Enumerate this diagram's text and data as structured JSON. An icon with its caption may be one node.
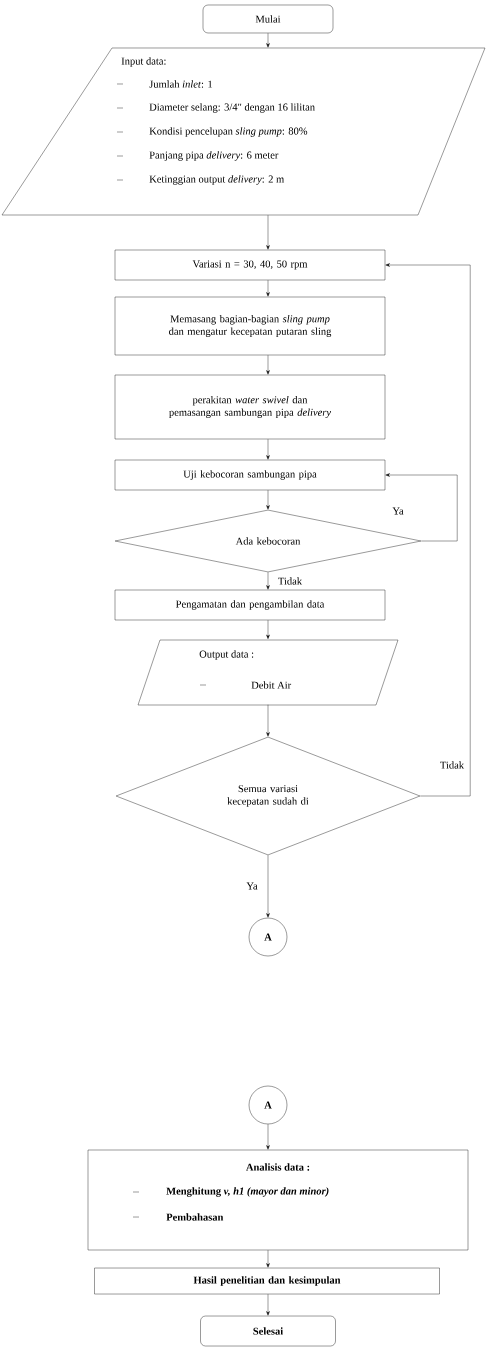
{
  "diagram": {
    "nodes": [
      {
        "text": [
          "Mulai"
        ]
      },
      {
        "text": [
          "Input data:",
          "Jumlah *inlet*: 1",
          "Diameter selang: 3/4\" dengan 16 lilitan",
          "Kondisi pencelupan *sling pump*: 80%",
          "Panjang pipa *delivery*: 6 meter",
          "Ketinggian output *delivery*: 2 m"
        ]
      },
      {
        "text": [
          "Variasi n = 30, 40, 50 rpm"
        ]
      },
      {
        "text": [
          "Memasang bagian-bagian *sling pump* dan mengatur kecepatan putaran sling"
        ]
      },
      {
        "text": [
          "perakitan *water swivel* dan pemasangan sambungan pipa *delivery*"
        ]
      },
      {
        "text": [
          "Uji kebocoran sambungan pipa"
        ]
      },
      {
        "text": [
          "Ada kebocoran"
        ]
      },
      {
        "text": [
          "Pengamatan dan pengambilan data"
        ]
      },
      {
        "text": [
          "Output data :",
          "Debit Air"
        ]
      },
      {
        "text": [
          "Semua variasi kecepatan sudah di"
        ]
      },
      {
        "text": [
          "A"
        ]
      },
      {
        "text": [
          "A"
        ]
      },
      {
        "text": [
          "Analisis data :",
          "Menghitung *v, h1 (mayor dan minor)*",
          "Pembahasan"
        ]
      },
      {
        "text": [
          "Hasil penelitian dan kesimpulan"
        ]
      },
      {
        "text": [
          "Selesai"
        ]
      }
    ],
    "edges": [
      {
        "from": 0,
        "to": 1,
        "arrow": "to"
      },
      {
        "from": 1,
        "to": 2,
        "arrow": "to"
      },
      {
        "from": 2,
        "to": 3,
        "arrow": "to"
      },
      {
        "from": 3,
        "to": 4,
        "arrow": "to"
      },
      {
        "from": 4,
        "to": 5,
        "arrow": "to"
      },
      {
        "from": 5,
        "to": 6,
        "arrow": "to"
      },
      {
        "from": 6,
        "to": 5,
        "arrow": "to",
        "label": "Ya"
      },
      {
        "from": 6,
        "to": 7,
        "arrow": "to",
        "label": "Tidak"
      },
      {
        "from": 7,
        "to": 8,
        "arrow": "to"
      },
      {
        "from": 8,
        "to": 9,
        "arrow": "to"
      },
      {
        "from": 9,
        "to": 2,
        "arrow": "to",
        "label": "Tidak"
      },
      {
        "from": 9,
        "to": 10,
        "arrow": "to",
        "label": "Ya"
      },
      {
        "from": 11,
        "to": 12,
        "arrow": "to"
      },
      {
        "from": 12,
        "to": 13,
        "arrow": "to"
      },
      {
        "from": 13,
        "to": 14,
        "arrow": "to"
      }
    ]
  }
}
